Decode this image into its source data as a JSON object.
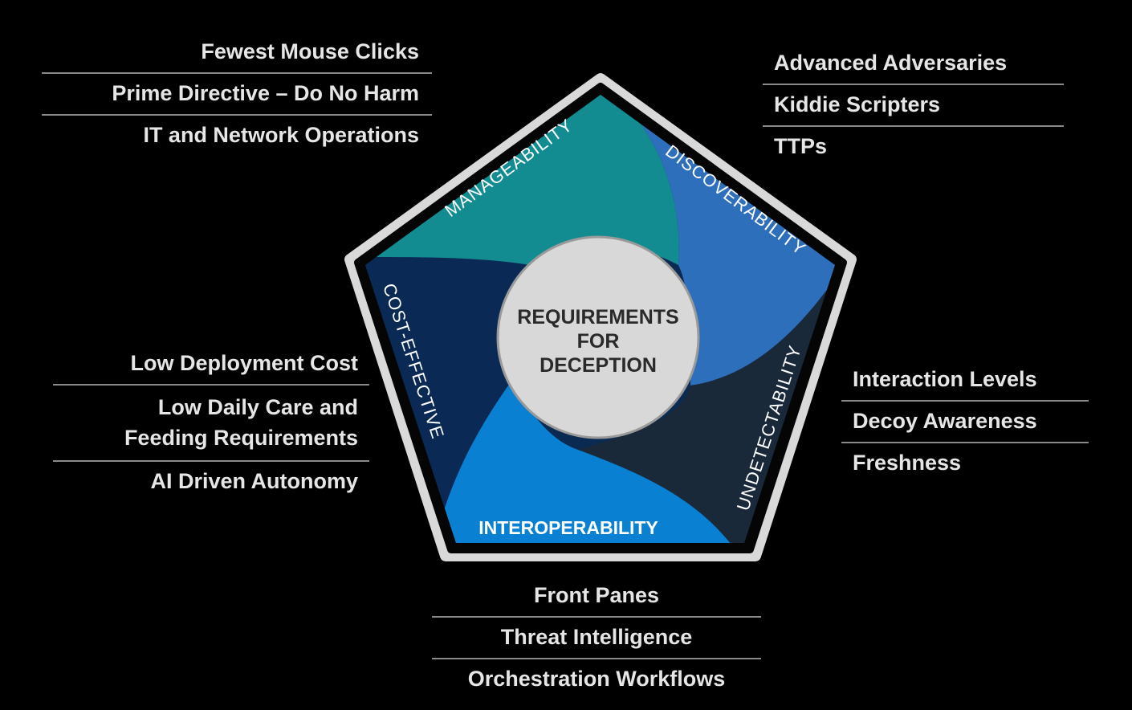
{
  "center_label": [
    "REQUIREMENTS",
    "FOR",
    "DECEPTION"
  ],
  "segments": [
    {
      "id": "manageability",
      "label": "MANAGEABILITY",
      "color": "#0f8a8e"
    },
    {
      "id": "discoverability",
      "label": "DISCOVERABILITY",
      "color": "#2f6fb8"
    },
    {
      "id": "undetectability",
      "label": "UNDETECTABILITY",
      "color": "#1b2a3b"
    },
    {
      "id": "interoperability",
      "label": "INTEROPERABILITY",
      "color": "#0a7fd0"
    },
    {
      "id": "cost_effective",
      "label": "COST-EFFECTIVE",
      "color": "#0b2a52"
    }
  ],
  "groups": {
    "manageability": [
      "Fewest Mouse Clicks",
      "Prime Directive – Do No Harm",
      "IT and Network Operations"
    ],
    "discoverability": [
      "Advanced Adversaries",
      "Kiddie Scripters",
      "TTPs"
    ],
    "cost_effective": [
      "Low Deployment Cost",
      "Low Daily Care and\nFeeding Requirements",
      "AI Driven Autonomy"
    ],
    "undetectability": [
      "Interaction Levels",
      "Decoy Awareness",
      "Freshness"
    ],
    "interoperability": [
      "Front Panes",
      "Threat Intelligence",
      "Orchestration Workflows"
    ]
  }
}
